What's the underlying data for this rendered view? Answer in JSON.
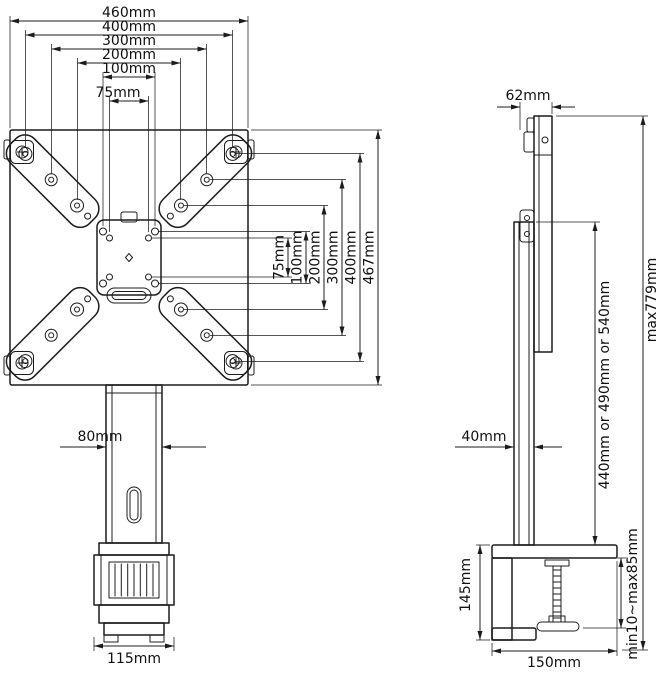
{
  "front_view": {
    "width_dims": [
      "460mm",
      "400mm",
      "300mm",
      "200mm",
      "100mm",
      "75mm"
    ],
    "height_dims": [
      "75mm",
      "100mm",
      "200mm",
      "300mm",
      "400mm",
      "467mm"
    ],
    "pole_width": "80mm",
    "clamp_width": "115mm"
  },
  "side_view": {
    "depth_top": "62mm",
    "max_height": "max779mm",
    "pole_heights": "440mm or 490mm or 540mm",
    "pole_depth": "40mm",
    "clamp_height": "145mm",
    "desk_thickness_range": "min10~max85mm",
    "clamp_depth": "150mm"
  }
}
